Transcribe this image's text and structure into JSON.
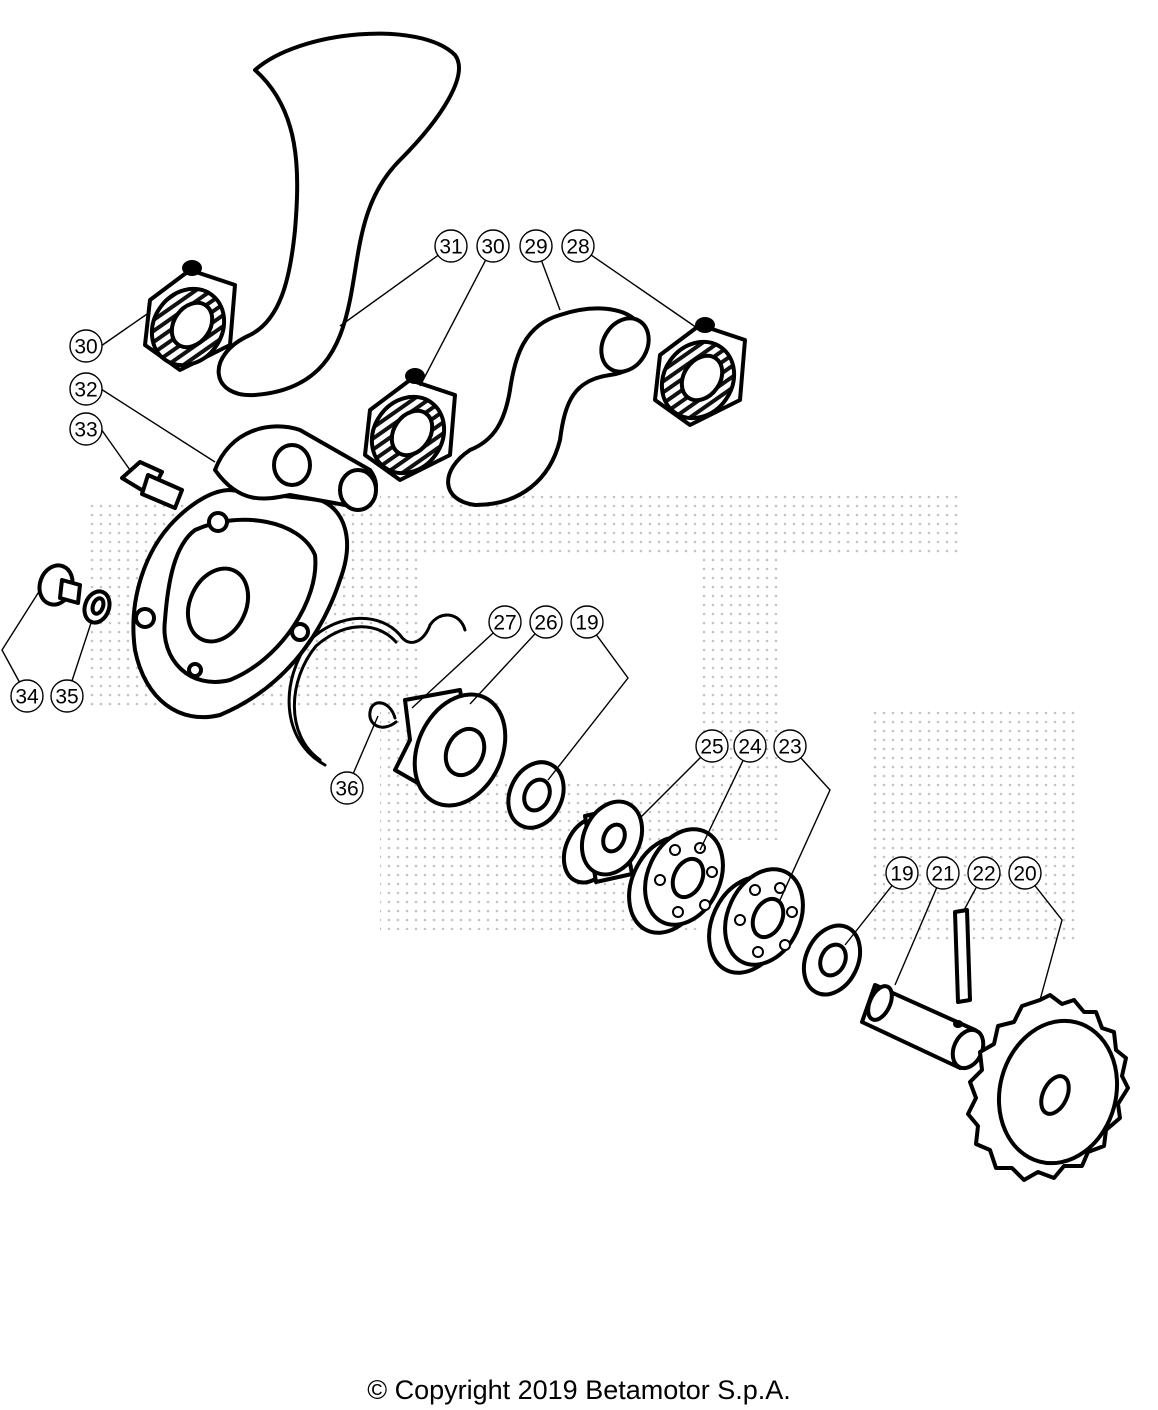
{
  "diagram": {
    "callouts": [
      {
        "id": "c30a",
        "label": "30"
      },
      {
        "id": "c31",
        "label": "31"
      },
      {
        "id": "c30b",
        "label": "30"
      },
      {
        "id": "c29",
        "label": "29"
      },
      {
        "id": "c28",
        "label": "28"
      },
      {
        "id": "c32",
        "label": "32"
      },
      {
        "id": "c33",
        "label": "33"
      },
      {
        "id": "c34",
        "label": "34"
      },
      {
        "id": "c35",
        "label": "35"
      },
      {
        "id": "c36",
        "label": "36"
      },
      {
        "id": "c27",
        "label": "27"
      },
      {
        "id": "c26",
        "label": "26"
      },
      {
        "id": "c19a",
        "label": "19"
      },
      {
        "id": "c25",
        "label": "25"
      },
      {
        "id": "c24",
        "label": "24"
      },
      {
        "id": "c23",
        "label": "23"
      },
      {
        "id": "c19b",
        "label": "19"
      },
      {
        "id": "c21",
        "label": "21"
      },
      {
        "id": "c22",
        "label": "22"
      },
      {
        "id": "c20",
        "label": "20"
      }
    ]
  },
  "footer": {
    "copyright": "© Copyright 2019 Betamotor S.p.A."
  }
}
